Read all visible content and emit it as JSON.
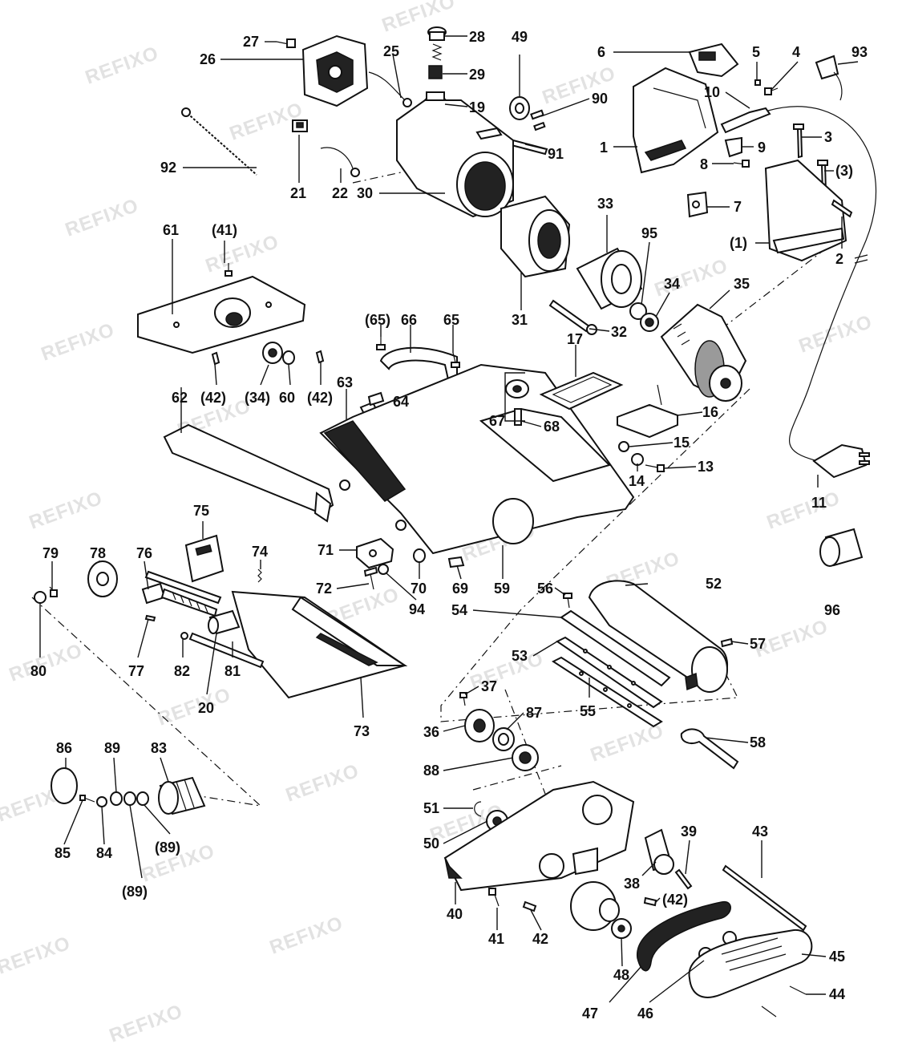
{
  "watermark": "REFIXO",
  "labels": [
    "27",
    "26",
    "28",
    "29",
    "19",
    "25",
    "49",
    "90",
    "6",
    "5",
    "4",
    "93",
    "10",
    "3",
    "9",
    "8",
    "1",
    "(3)",
    "7",
    "(1)",
    "2",
    "11",
    "96",
    "92",
    "21",
    "22",
    "30",
    "91",
    "33",
    "95",
    "34",
    "35",
    "31",
    "32",
    "61",
    "(41)",
    "(65)",
    "66",
    "65",
    "17",
    "67",
    "68",
    "16",
    "15",
    "14",
    "13",
    "63",
    "64",
    "62",
    "(42)",
    "(34)",
    "60",
    "(42)",
    "75",
    "74",
    "71",
    "72",
    "94",
    "70",
    "69",
    "59",
    "56",
    "52",
    "54",
    "57",
    "53",
    "55",
    "58",
    "37",
    "36",
    "87",
    "88",
    "51",
    "50",
    "79",
    "78",
    "76",
    "77",
    "82",
    "81",
    "20",
    "73",
    "80",
    "86",
    "89",
    "83",
    "85",
    "84",
    "(89)",
    "(89)",
    "39",
    "43",
    "38",
    "(42)",
    "40",
    "41",
    "42",
    "48",
    "45",
    "44",
    "47",
    "46"
  ]
}
